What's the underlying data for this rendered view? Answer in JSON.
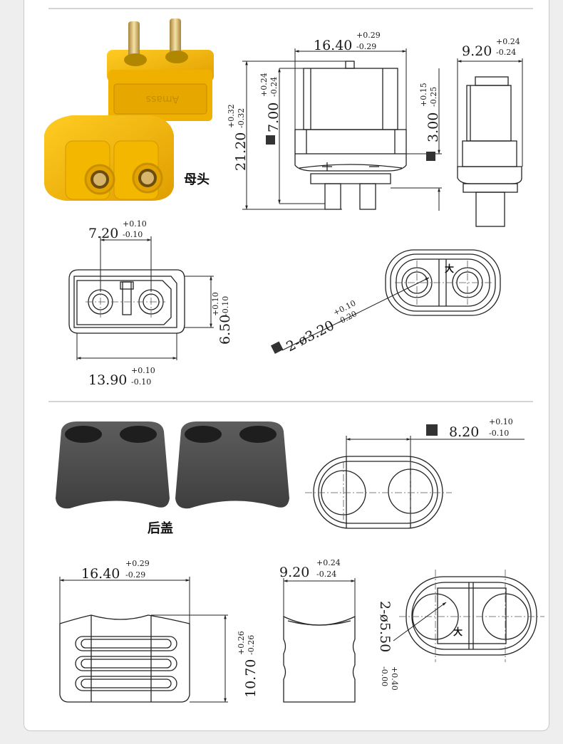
{
  "sections": {
    "female": {
      "label": "母头",
      "top_view": {
        "width": {
          "value": "16.40",
          "tol_plus": "+0.29",
          "tol_minus": "-0.29"
        },
        "height": {
          "value": "21.20",
          "tol_plus": "+0.32",
          "tol_minus": "-0.32"
        },
        "body": {
          "value": "7.00",
          "tol_plus": "+0.24",
          "tol_minus": "-0.24"
        },
        "step": {
          "value": "3.00",
          "tol_plus": "+0.15",
          "tol_minus": "-0.25"
        }
      },
      "side_view": {
        "width": {
          "value": "9.20",
          "tol_plus": "+0.24",
          "tol_minus": "-0.24"
        }
      },
      "front_view": {
        "pitch": {
          "value": "7.20",
          "tol_plus": "+0.10",
          "tol_minus": "-0.10"
        },
        "width": {
          "value": "13.90",
          "tol_plus": "+0.10",
          "tol_minus": "-0.10"
        },
        "height": {
          "value": "6.50",
          "tol_plus": "+0.10",
          "tol_minus": "-0.10"
        }
      },
      "hole_view": {
        "diameter": {
          "value": "2-ø3.20",
          "tol_plus": "+0.10",
          "tol_minus": "-0.20"
        },
        "mark": "大"
      }
    },
    "cover": {
      "label": "后盖",
      "end_view": {
        "width": {
          "value": "8.20",
          "tol_plus": "+0.10",
          "tol_minus": "-0.10"
        }
      },
      "front_view": {
        "width": {
          "value": "16.40",
          "tol_plus": "+0.29",
          "tol_minus": "-0.29"
        },
        "height": {
          "value": "10.70",
          "tol_plus": "+0.26",
          "tol_minus": "-0.26"
        }
      },
      "side_view": {
        "width": {
          "value": "9.20",
          "tol_plus": "+0.24",
          "tol_minus": "-0.24"
        }
      },
      "hole_view": {
        "diameter": {
          "value": "2-ø5.50",
          "tol_plus": "+0.40",
          "tol_minus": "-0.00"
        },
        "mark": "大"
      }
    }
  },
  "colors": {
    "connector_yellow": "#f2b400",
    "connector_shade": "#d99a00",
    "pin_gold": "#c9a24a",
    "cover_gray": "#4f4f4f",
    "line": "#222222",
    "square_marker": "#333333"
  }
}
